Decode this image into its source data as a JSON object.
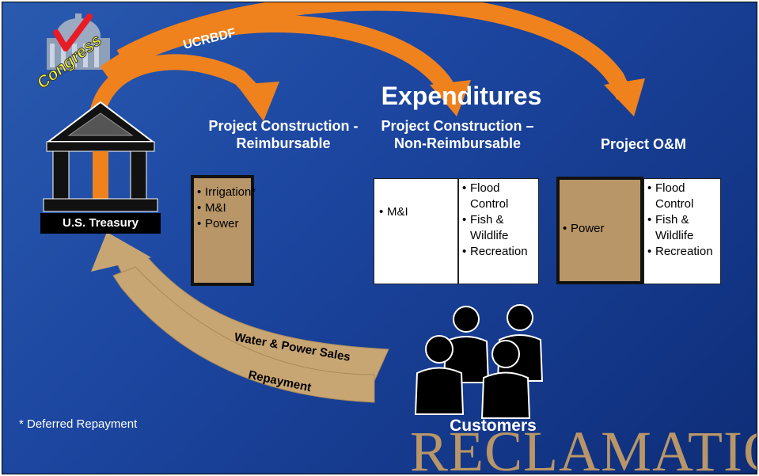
{
  "title": "Expenditures",
  "congress_label": "Congress",
  "fund_label": "UCRBDF",
  "treasury_label": "U.S. Treasury",
  "columns": [
    {
      "heading": "Project Construction - Reimbursable",
      "reimbursable_items": [
        "Irrigation*",
        "M&I",
        "Power"
      ],
      "non_reimbursable_items": []
    },
    {
      "heading": "Project Construction – Non-Reimbursable",
      "reimbursable_items": [
        "M&I"
      ],
      "non_reimbursable_items": [
        "Flood Control",
        "Fish & Wildlife",
        "Recreation"
      ]
    },
    {
      "heading": "Project O&M",
      "reimbursable_items": [
        "Power"
      ],
      "non_reimbursable_items": [
        "Flood Control",
        "Fish & Wildlife",
        "Recreation"
      ]
    }
  ],
  "flows": {
    "sales": "Water & Power Sales",
    "repayment": "Repayment"
  },
  "customers_label": "Customers",
  "footnote": "* Deferred Repayment",
  "logo_text": "RECLAMATION",
  "colors": {
    "background": "#1c46a0",
    "arrow_orange": "#f0821e",
    "return_tan": "#c8a673",
    "box_tan": "#b89668",
    "congress_yellow": "#ffff33"
  }
}
